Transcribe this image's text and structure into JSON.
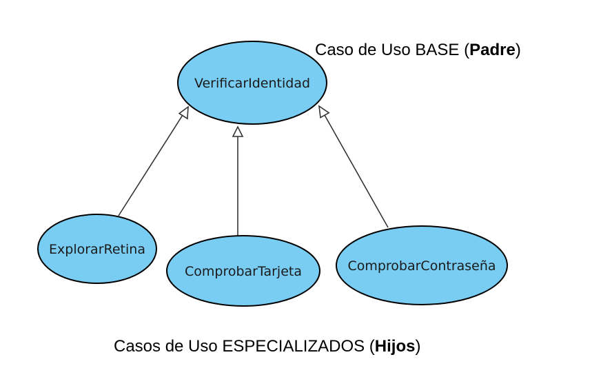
{
  "base_use_case": {
    "label": "VerificarIdentidad"
  },
  "child_use_cases": [
    {
      "label": "ExplorarRetina"
    },
    {
      "label": "ComprobarTarjeta"
    },
    {
      "label": "ComprobarContraseña"
    }
  ],
  "captions": {
    "base": {
      "prefix": "Caso de Uso BASE (",
      "bold": "Padre",
      "suffix": ")"
    },
    "children": {
      "prefix": "Casos de Uso ESPECIALIZADOS (",
      "bold": "Hijos",
      "suffix": ")"
    }
  },
  "colors": {
    "ellipse_fill": "#79CCF2",
    "ellipse_stroke": "#000000",
    "line": "#333333"
  }
}
